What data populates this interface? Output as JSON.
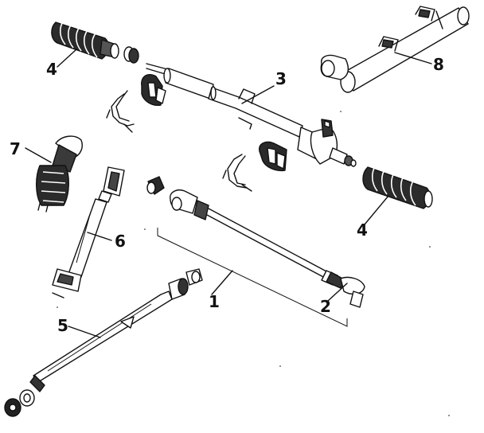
{
  "diagram": {
    "callouts": [
      {
        "id": "1",
        "label": "1"
      },
      {
        "id": "2",
        "label": "2"
      },
      {
        "id": "3",
        "label": "3"
      },
      {
        "id": "4a",
        "label": "4"
      },
      {
        "id": "4b",
        "label": "4"
      },
      {
        "id": "5",
        "label": "5"
      },
      {
        "id": "6",
        "label": "6"
      },
      {
        "id": "7",
        "label": "7"
      },
      {
        "id": "8",
        "label": "8"
      }
    ],
    "colors": {
      "ink": "#111111",
      "paper": "#ffffff",
      "shade": "#444444"
    }
  }
}
